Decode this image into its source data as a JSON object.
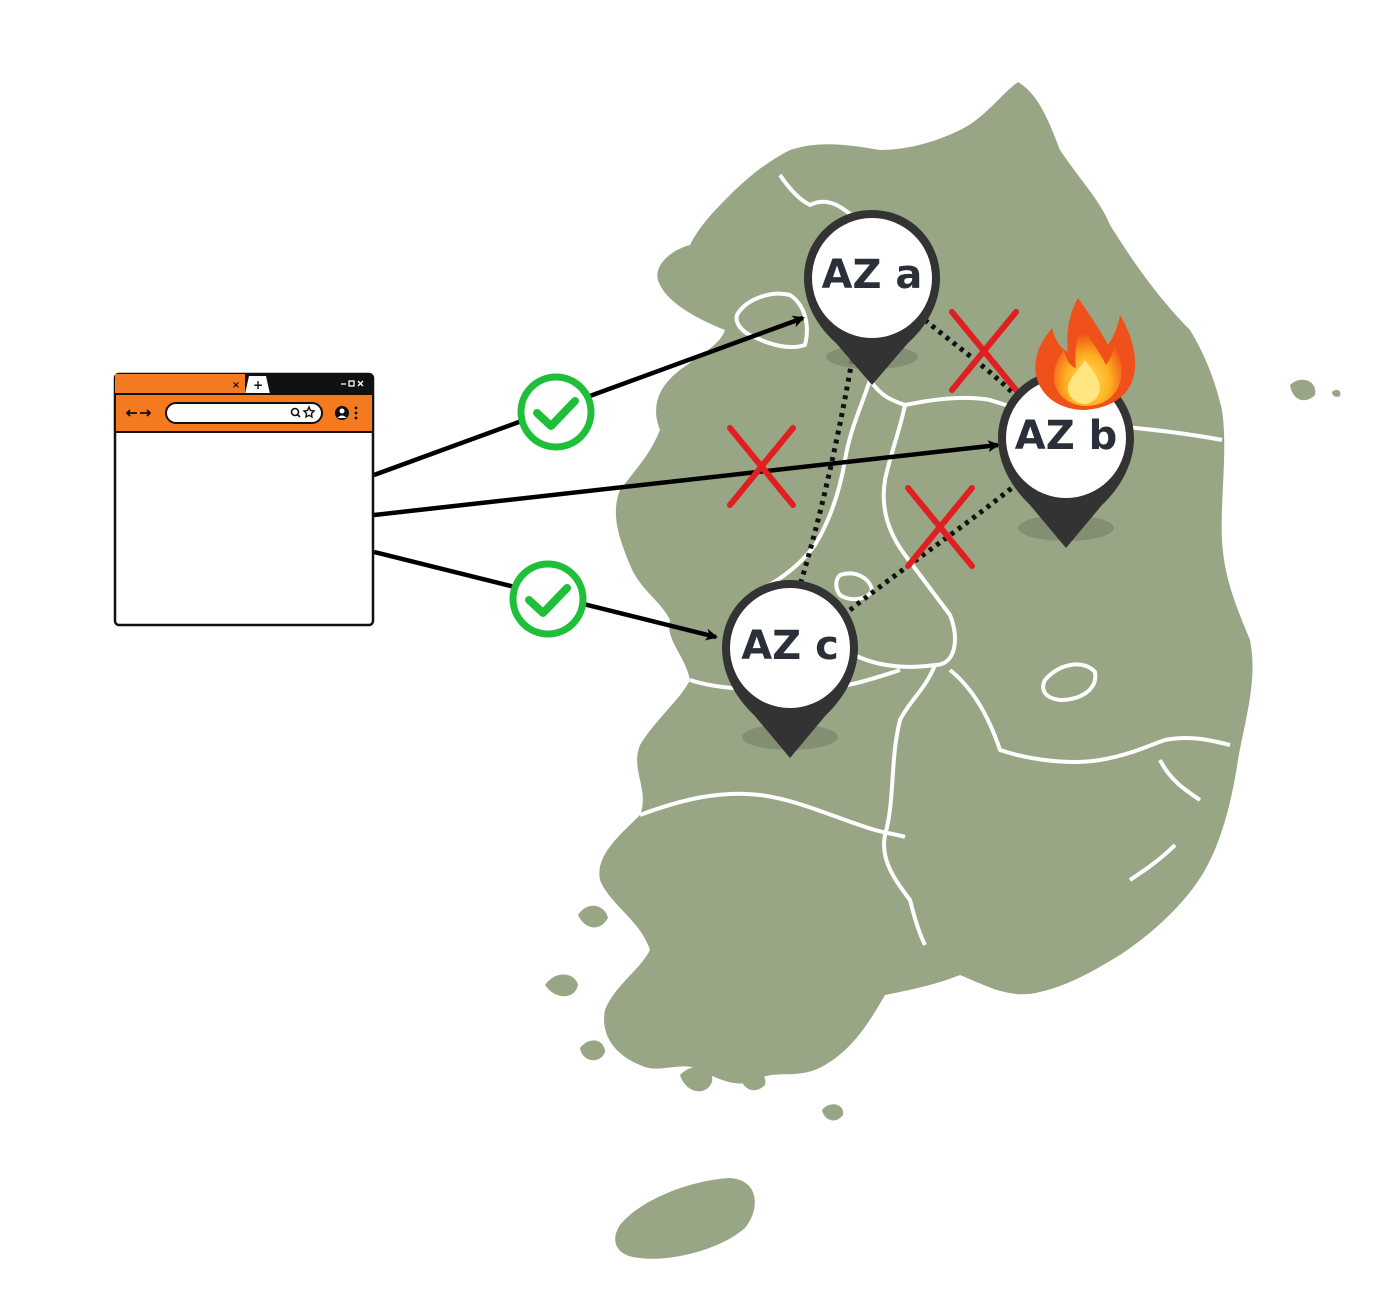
{
  "colors": {
    "land": "#98a686",
    "border": "#ffffff",
    "pin": "#333333",
    "browser_orange": "#f47a20",
    "check_green": "#1fbf3a",
    "cross_red": "#e02020",
    "arrow": "#000000"
  },
  "zones": {
    "a": {
      "label": "AZ a",
      "status": "healthy"
    },
    "b": {
      "label": "AZ b",
      "status": "failed"
    },
    "c": {
      "label": "AZ c",
      "status": "healthy"
    }
  },
  "browser": {
    "tab_close_icon": "close-icon",
    "new_tab_icon": "plus-icon",
    "nav_icon": "back-forward-arrows-icon",
    "search_icon": "search-icon",
    "bookmark_icon": "star-icon",
    "profile_icon": "user-icon",
    "menu_icon": "kebab-menu-icon"
  },
  "connections": [
    {
      "from": "browser",
      "to": "a",
      "result": "success"
    },
    {
      "from": "browser",
      "to": "b",
      "result": "blocked"
    },
    {
      "from": "browser",
      "to": "c",
      "result": "success"
    }
  ],
  "replication_links": [
    {
      "from": "a",
      "to": "c",
      "state": "ok"
    },
    {
      "from": "a",
      "to": "b",
      "state": "broken"
    },
    {
      "from": "c",
      "to": "b",
      "state": "broken"
    }
  ],
  "failure_icon": "fire-icon"
}
